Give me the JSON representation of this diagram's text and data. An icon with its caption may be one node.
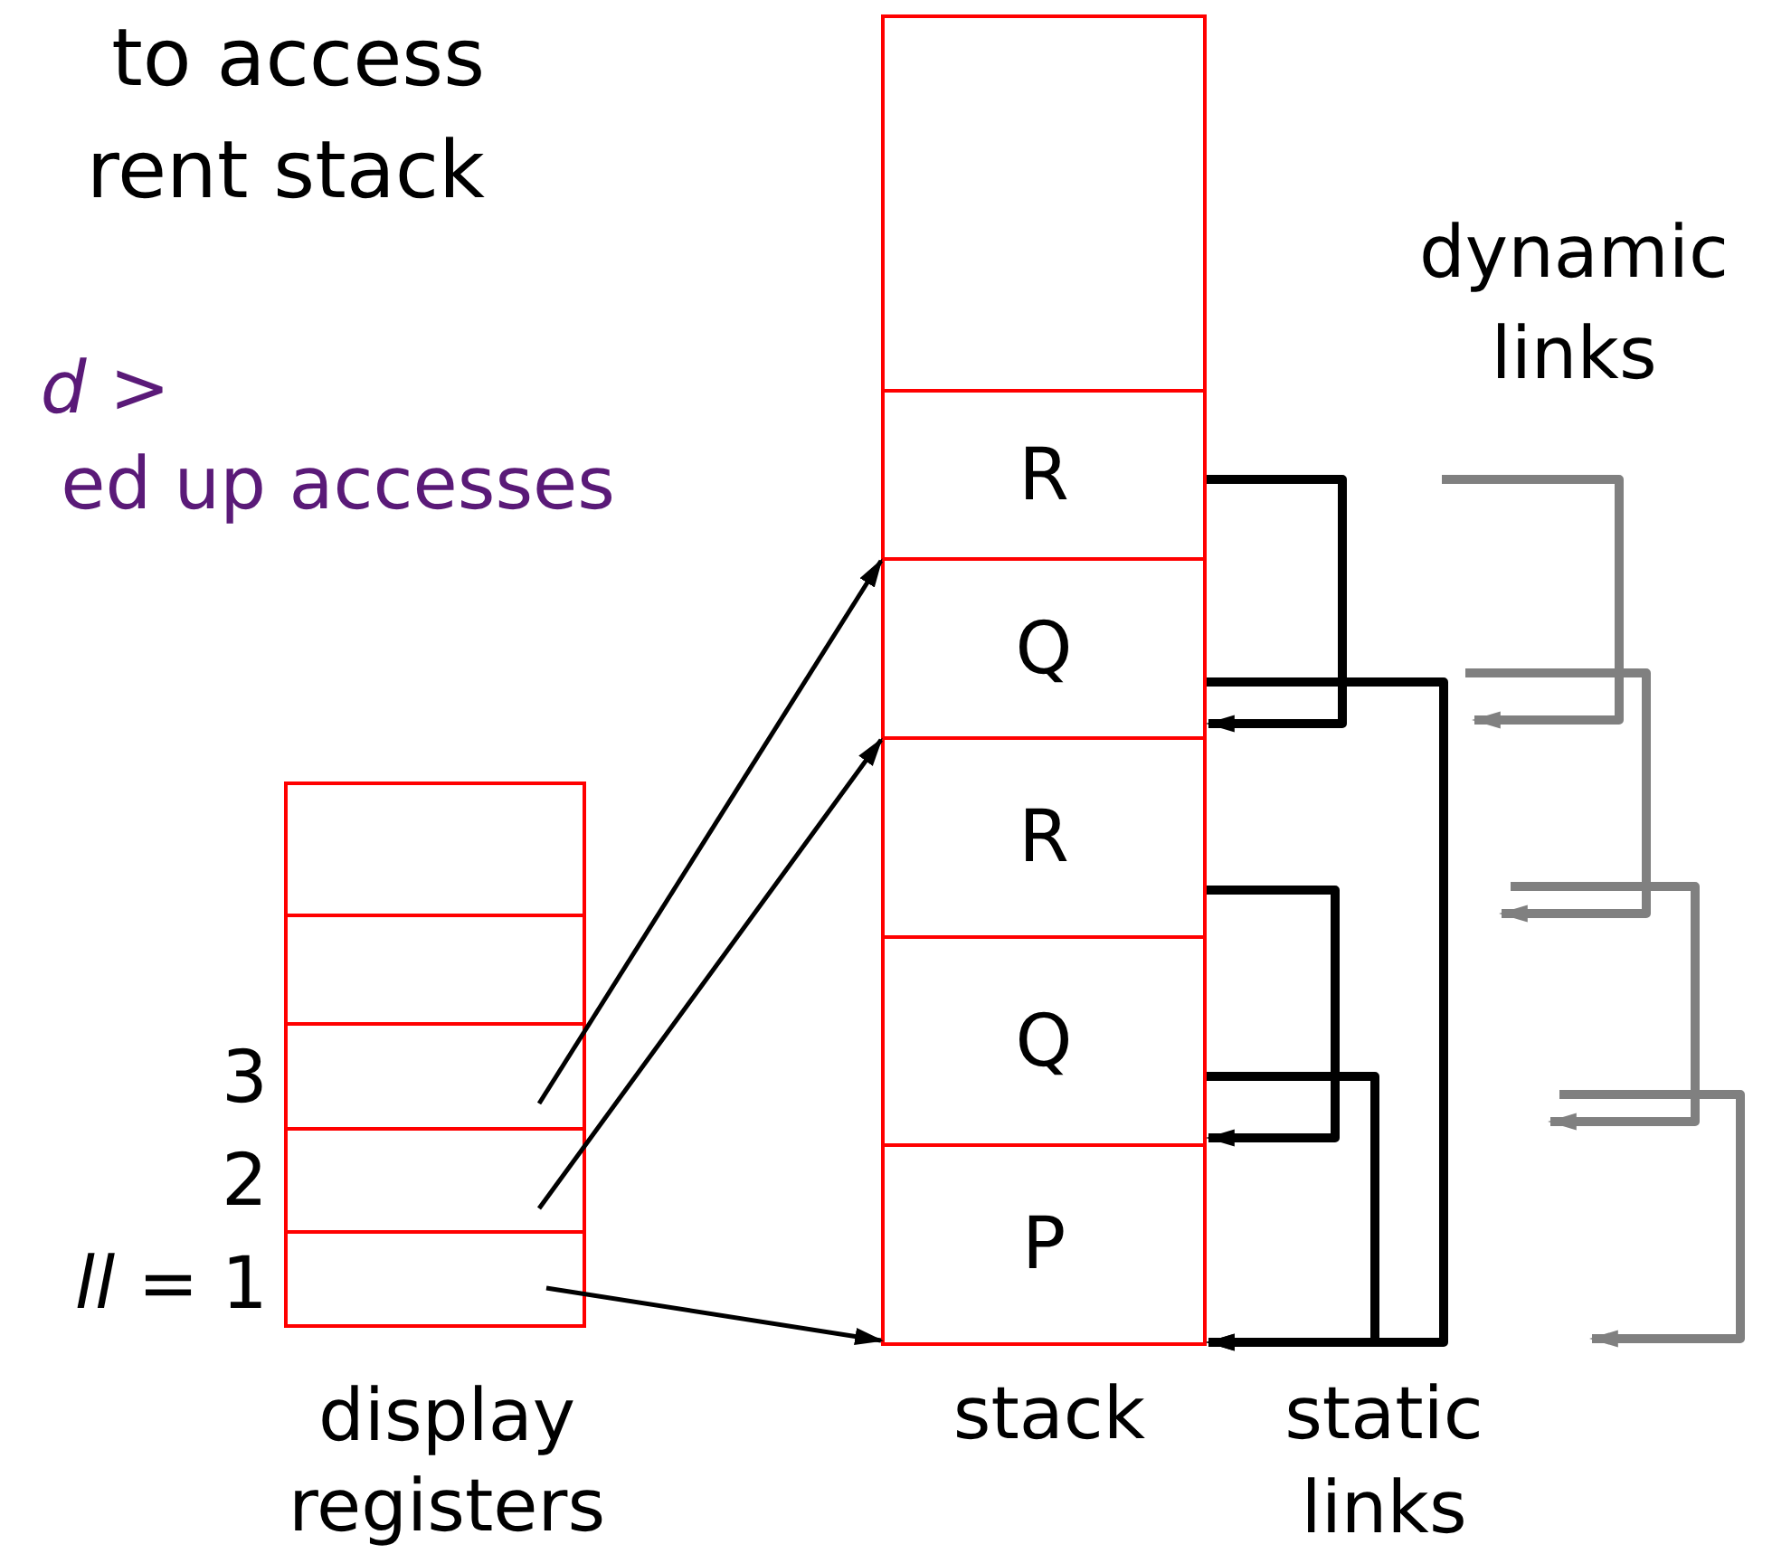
{
  "diagram": {
    "nodes": [
      {
        "text": [],
        "shape": "box",
        "beside": [
          "display registers"
        ]
      },
      {
        "text": [],
        "shape": "box",
        "in": 0
      },
      {
        "text": [],
        "shape": "box",
        "in": 0
      },
      {
        "text": [],
        "shape": "box",
        "in": 0,
        "beside": [
          "3"
        ]
      },
      {
        "text": [],
        "shape": "box",
        "in": 0,
        "beside": [
          "2"
        ]
      },
      {
        "text": [],
        "shape": "box",
        "in": 0,
        "beside": [
          "*ll* = 1"
        ]
      },
      {
        "text": [],
        "shape": "box",
        "beside": [
          "stack"
        ]
      },
      {
        "text": [],
        "shape": "box",
        "in": 6
      },
      {
        "text": [
          "R"
        ],
        "in": 6
      },
      {
        "text": [
          "Q"
        ],
        "in": 6
      },
      {
        "text": [
          "R"
        ],
        "in": 6
      },
      {
        "text": [
          "Q"
        ],
        "in": 6
      },
      {
        "text": [
          "P"
        ],
        "in": 6
      }
    ],
    "edges": [
      {
        "from": 3,
        "to": 8,
        "arrow": "to"
      },
      {
        "from": 4,
        "to": 9,
        "arrow": "to"
      },
      {
        "from": 5,
        "to": 12,
        "arrow": "to"
      },
      {
        "from": 8,
        "to": 9,
        "arrow": "to"
      },
      {
        "from": 9,
        "to": 12,
        "arrow": "to"
      },
      {
        "from": 10,
        "to": 11,
        "arrow": "to"
      },
      {
        "from": 11,
        "to": 12,
        "arrow": "to"
      }
    ],
    "labels": [
      "to access rent stack",
      "*d* >",
      "ed up accesses",
      "dynamic links",
      "static links"
    ]
  }
}
